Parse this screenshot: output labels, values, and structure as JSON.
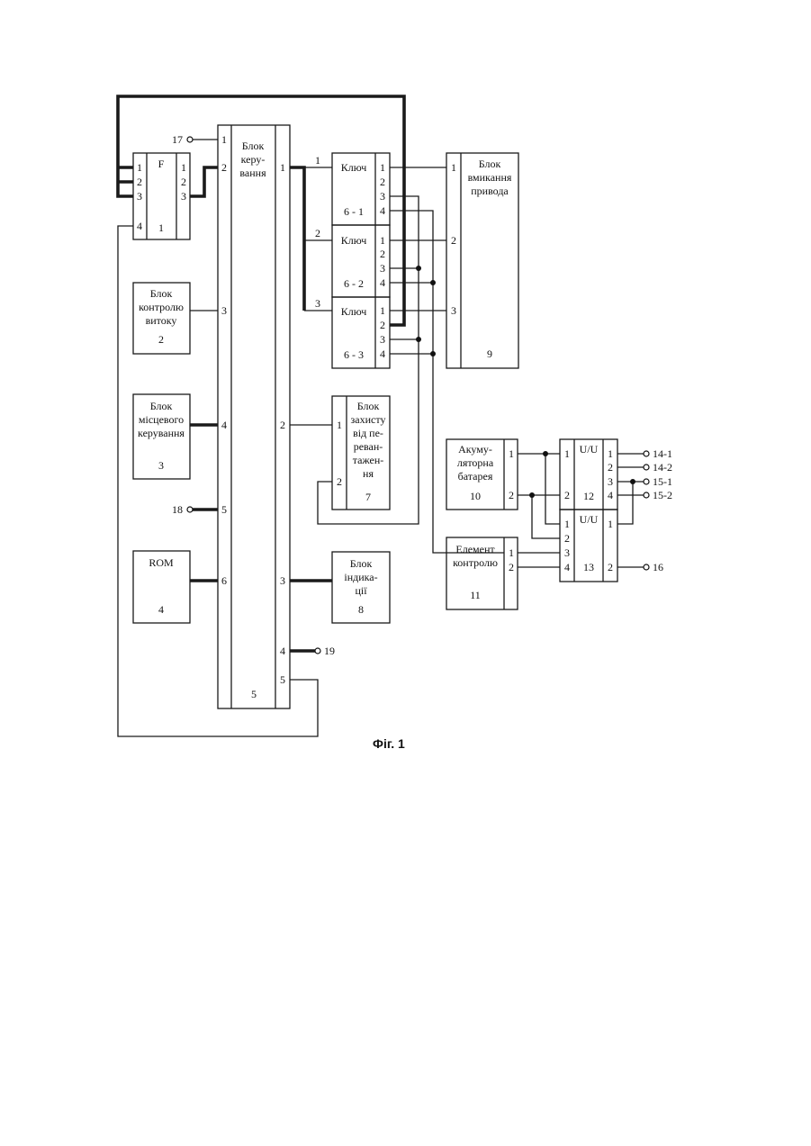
{
  "figure": {
    "caption": "Фіг. 1"
  },
  "blocks": {
    "b1": {
      "letter": "F",
      "num": "1",
      "left_pins": [
        "1",
        "2",
        "3",
        "4"
      ],
      "right_pins": [
        "1",
        "2",
        "3"
      ]
    },
    "b2": {
      "lines": [
        "Блок",
        "контролю",
        "витоку"
      ],
      "num": "2"
    },
    "b3": {
      "lines": [
        "Блок",
        "місцевого",
        "керування"
      ],
      "num": "3"
    },
    "b4": {
      "name": "ROM",
      "num": "4"
    },
    "b5": {
      "lines": [
        "Блок",
        "керу-",
        "вання"
      ],
      "num": "5",
      "left_pins": [
        "1",
        "2",
        "3",
        "4",
        "5",
        "6"
      ],
      "right_pins": [
        "1",
        "2",
        "3",
        "4",
        "5"
      ]
    },
    "k1": {
      "name": "Ключ",
      "num": "6 - 1",
      "pins": [
        "1",
        "2",
        "3",
        "4"
      ]
    },
    "k2": {
      "name": "Ключ",
      "num": "6 - 2",
      "pins": [
        "1",
        "2",
        "3",
        "4"
      ]
    },
    "k3": {
      "name": "Ключ",
      "num": "6 - 3",
      "pins": [
        "1",
        "2",
        "3",
        "4"
      ]
    },
    "b7": {
      "lines": [
        "Блок",
        "захисту",
        "від пе-",
        "реван-",
        "тажен-",
        "ня"
      ],
      "num": "7",
      "pins": [
        "1",
        "2"
      ]
    },
    "b8": {
      "lines": [
        "Блок",
        "індика-",
        "ції"
      ],
      "num": "8"
    },
    "b9": {
      "lines": [
        "Блок",
        "вмикання",
        "привода"
      ],
      "num": "9",
      "pins": [
        "1",
        "2",
        "3"
      ]
    },
    "b10": {
      "lines": [
        "Акуму-",
        "ляторна",
        "батарея"
      ],
      "num": "10",
      "pins": [
        "1",
        "2"
      ]
    },
    "b11": {
      "lines": [
        "Елемент",
        "контролю"
      ],
      "num": "11",
      "pins": [
        "1",
        "2"
      ]
    },
    "b12": {
      "name": "U/U",
      "num": "12",
      "left_pins": [
        "1",
        "2"
      ],
      "right_pins": [
        "1",
        "2",
        "3",
        "4"
      ]
    },
    "b13": {
      "name": "U/U",
      "num": "13",
      "left_pins": [
        "1",
        "2",
        "3",
        "4"
      ],
      "right_pins": [
        "1",
        "2"
      ]
    }
  },
  "wire_labels": {
    "w1": "1",
    "w2": "2",
    "w3": "3"
  },
  "terminals": {
    "t17": "17",
    "t18": "18",
    "t19": "19",
    "t14_1": "14-1",
    "t14_2": "14-2",
    "t15_1": "15-1",
    "t15_2": "15-2",
    "t16": "16"
  }
}
